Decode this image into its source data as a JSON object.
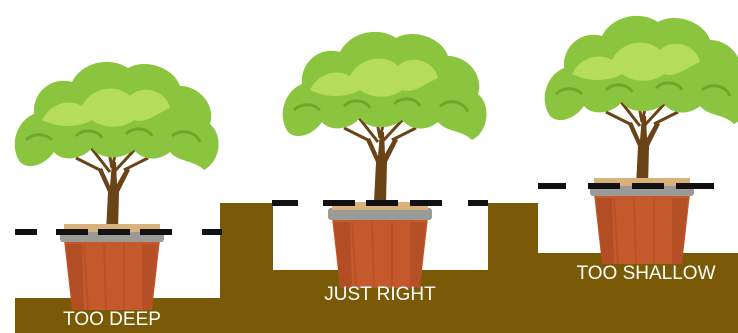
{
  "colors": {
    "soil": "#7a5a06",
    "pot": "#c45a2c",
    "pot_shade": "#a6441e",
    "rim": "#9a9a96",
    "soil_top": "#d8b27a",
    "trunk": "#6a4317",
    "foliage": "#8bc53f",
    "foliage_light": "#b5dc5a",
    "dash": "#111111",
    "label": "#ffffff"
  },
  "panels": [
    {
      "label": "TOO DEEP"
    },
    {
      "label": "JUST RIGHT"
    },
    {
      "label": "TOO SHALLOW"
    }
  ]
}
